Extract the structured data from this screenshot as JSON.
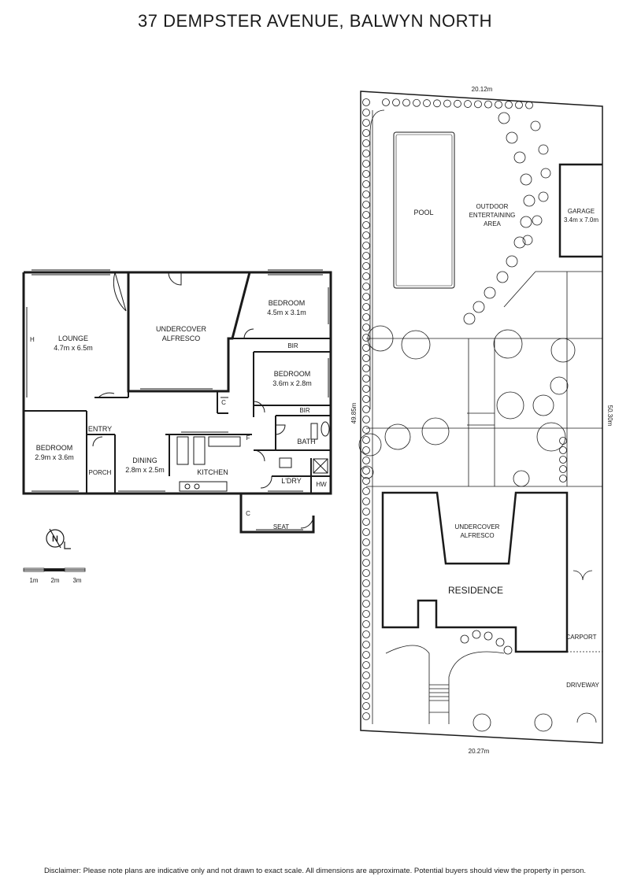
{
  "header": {
    "title": "37 DEMPSTER AVENUE, BALWYN NORTH"
  },
  "floor_plan": {
    "rooms": {
      "lounge": {
        "name": "LOUNGE",
        "size": "4.7m x 6.5m"
      },
      "alfresco": {
        "name": "UNDERCOVER",
        "name2": "ALFRESCO"
      },
      "bedroom1": {
        "name": "BEDROOM",
        "size": "4.5m x 3.1m"
      },
      "bedroom2": {
        "name": "BEDROOM",
        "size": "3.6m x 2.8m"
      },
      "bedroom3": {
        "name": "BEDROOM",
        "size": "2.9m x 3.6m"
      },
      "dining": {
        "name": "DINING",
        "size": "2.8m x 2.5m"
      },
      "entry": "ENTRY",
      "porch": "PORCH",
      "kitchen": "KITCHEN",
      "bath": "BATH",
      "laundry": "L'DRY",
      "seat": "SEAT"
    },
    "small_labels": {
      "bir1": "BIR",
      "bir2": "BIR",
      "c1": "C",
      "c2": "C",
      "hw": "HW",
      "f": "F",
      "h": "H"
    },
    "scale": {
      "labels": [
        "1m",
        "2m",
        "3m"
      ]
    },
    "compass": "N"
  },
  "site_plan": {
    "dimensions": {
      "top": "20.12m",
      "bottom": "20.27m",
      "left": "49.85m",
      "right": "50.30m"
    },
    "labels": {
      "pool": "POOL",
      "outdoor": [
        "OUTDOOR",
        "ENTERTAINING",
        "AREA"
      ],
      "garage": "GARAGE",
      "garage_size": "3.4m x 7.0m",
      "alfresco": [
        "UNDERCOVER",
        "ALFRESCO"
      ],
      "residence": "RESIDENCE",
      "carport": "CARPORT",
      "driveway": "DRIVEWAY"
    }
  },
  "footer": {
    "disclaimer": "Disclaimer: Please note plans are indicative only and not drawn to exact scale. All dimensions are approximate. Potential buyers should view the property in person."
  }
}
